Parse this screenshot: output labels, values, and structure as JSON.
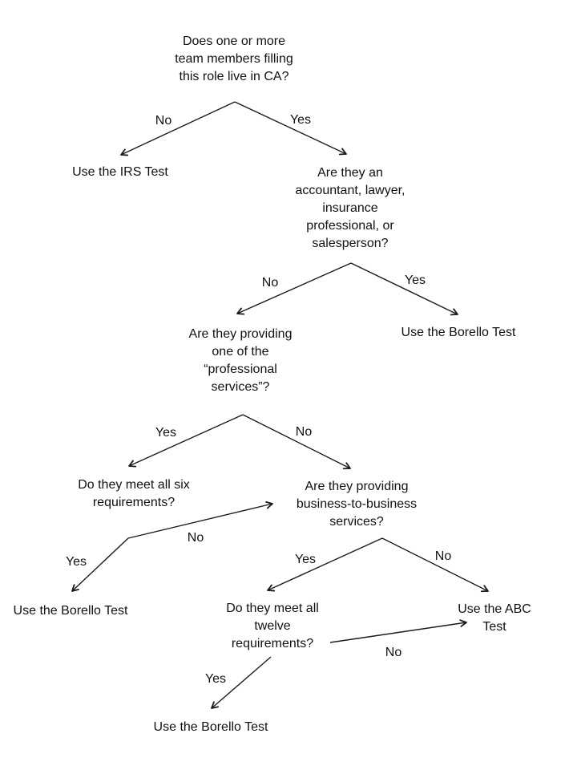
{
  "diagram": {
    "type": "decision-flowchart",
    "background": "#ffffff",
    "text_color": "#111111",
    "line_color": "#1a1a1a",
    "nodes": {
      "live_in_ca": {
        "text": "Does one or more\nteam members filling\nthis role live in CA?"
      },
      "use_irs_test": {
        "text": "Use the IRS Test"
      },
      "exempt_professions": {
        "text": "Are they an\naccountant, lawyer,\ninsurance\nprofessional, or\nsalesperson?"
      },
      "use_borello_test_1": {
        "text": "Use the Borello Test"
      },
      "professional_services": {
        "text": "Are they providing\none of the\n“professional\nservices”?"
      },
      "six_requirements": {
        "text": "Do they meet all six\nrequirements?"
      },
      "b2b_services": {
        "text": "Are they providing\nbusiness-to-business\nservices?"
      },
      "use_borello_test_2": {
        "text": "Use the Borello Test"
      },
      "use_abc_test": {
        "text": "Use the ABC Test"
      },
      "twelve_requirements": {
        "text": "Do they meet all\ntwelve\nrequirements?"
      },
      "use_borello_test_3": {
        "text": "Use the Borello Test"
      }
    },
    "edges": [
      {
        "from": "live_in_ca",
        "to": "use_irs_test",
        "label": "No"
      },
      {
        "from": "live_in_ca",
        "to": "exempt_professions",
        "label": "Yes"
      },
      {
        "from": "exempt_professions",
        "to": "professional_services",
        "label": "No"
      },
      {
        "from": "exempt_professions",
        "to": "use_borello_test_1",
        "label": "Yes"
      },
      {
        "from": "professional_services",
        "to": "six_requirements",
        "label": "Yes"
      },
      {
        "from": "professional_services",
        "to": "b2b_services",
        "label": "No"
      },
      {
        "from": "six_requirements",
        "to": "use_borello_test_2",
        "label": "Yes"
      },
      {
        "from": "six_requirements",
        "to": "b2b_services",
        "label": "No"
      },
      {
        "from": "b2b_services",
        "to": "twelve_requirements",
        "label": "Yes"
      },
      {
        "from": "b2b_services",
        "to": "use_abc_test",
        "label": "No"
      },
      {
        "from": "twelve_requirements",
        "to": "use_abc_test",
        "label": "No"
      },
      {
        "from": "twelve_requirements",
        "to": "use_borello_test_3",
        "label": "Yes"
      }
    ]
  }
}
